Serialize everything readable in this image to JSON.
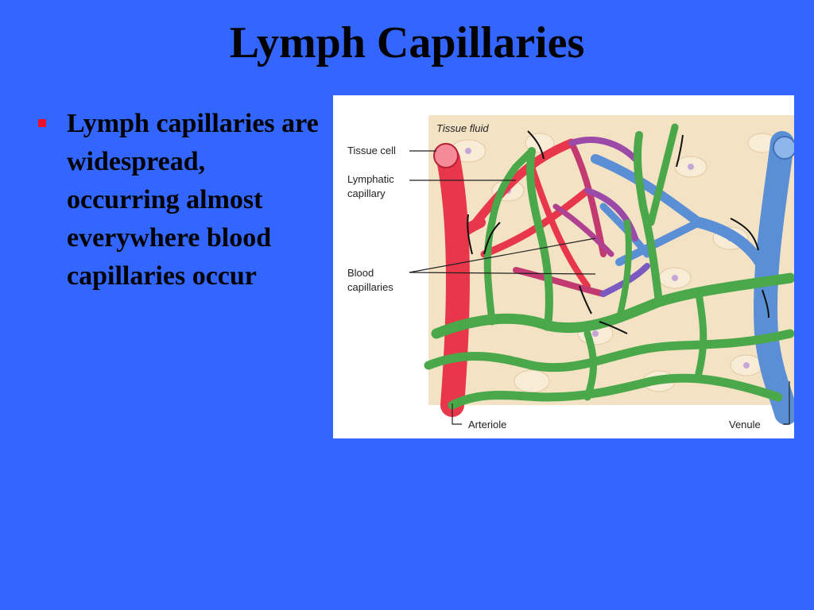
{
  "slide": {
    "title": "Lymph Capillaries",
    "bullets": [
      "Lymph capillaries are widespread, occurring almost everywhere blood capillaries occur"
    ]
  },
  "figure": {
    "labels": {
      "tissue_fluid": "Tissue fluid",
      "tissue_cell": "Tissue cell",
      "lymphatic_capillary_1": "Lymphatic",
      "lymphatic_capillary_2": "capillary",
      "blood_capillaries_1": "Blood",
      "blood_capillaries_2": "capillaries",
      "arteriole": "Arteriole",
      "venule": "Venule"
    },
    "colors": {
      "arteriole": "#e8364a",
      "venule": "#5a8fd6",
      "lymphatic": "#4aa84a",
      "transition": "#9b4aa8",
      "tissue": "#f3e2c4"
    }
  }
}
